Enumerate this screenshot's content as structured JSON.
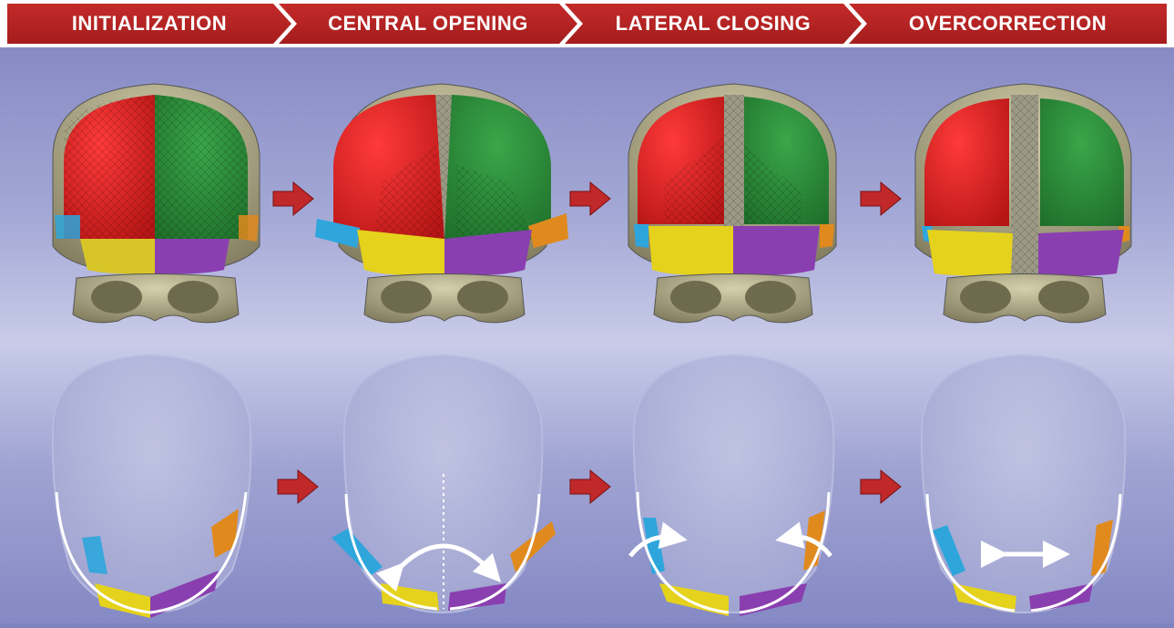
{
  "steps": [
    {
      "label": "INITIALIZATION"
    },
    {
      "label": "CENTRAL OPENING"
    },
    {
      "label": "LATERAL CLOSING"
    },
    {
      "label": "OVERCORRECTION"
    }
  ],
  "colors": {
    "banner": "#b22222",
    "arrow": "#c0282a",
    "red_segment": "#e01f1f",
    "green_segment": "#2e8b3a",
    "yellow_segment": "#e5d21c",
    "purple_segment": "#8a3fb0",
    "blue_segment": "#2ea6dc",
    "orange_segment": "#e08a1e",
    "bone": "#b9b48e"
  },
  "icons": [
    "transition-arrow-icon",
    "rotation-arrow-icon",
    "expand-arrow-icon"
  ]
}
